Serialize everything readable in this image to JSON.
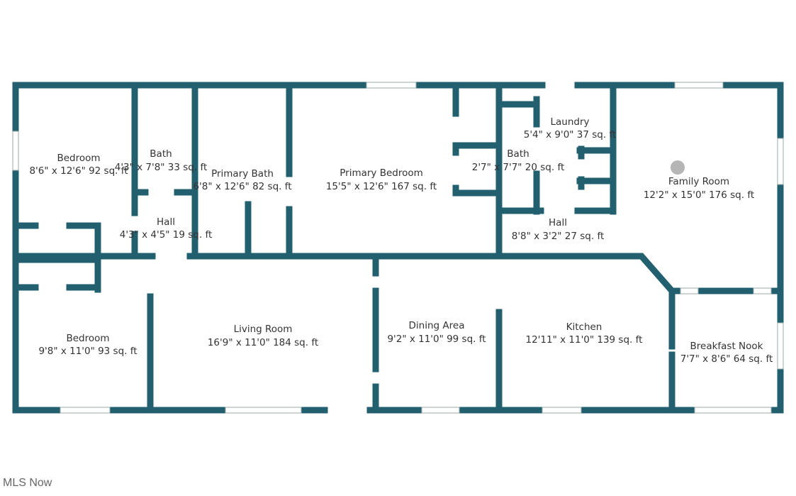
{
  "brand": "MLS Now",
  "rooms": [
    {
      "name": "Bedroom",
      "dims": "8'6\" x 12'6\" 92 sq. ft"
    },
    {
      "name": "Bath",
      "dims": "4'3\" x 7'8\" 33 sq. ft"
    },
    {
      "name": "Primary Bath",
      "dims": "6'8\" x 12'6\" 82 sq. ft"
    },
    {
      "name": "Primary Bedroom",
      "dims": "15'5\" x 12'6\" 167 sq. ft"
    },
    {
      "name": "Bath",
      "dims": "2'7\" x 7'7\" 20 sq. ft"
    },
    {
      "name": "Laundry",
      "dims": "5'4\" x 9'0\" 37 sq. ft"
    },
    {
      "name": "Family Room",
      "dims": "12'2\" x 15'0\" 176 sq. ft"
    },
    {
      "name": "Hall",
      "dims": "4'3\" x 4'5\" 19 sq. ft"
    },
    {
      "name": "Hall",
      "dims": "8'8\" x 3'2\" 27 sq. ft"
    },
    {
      "name": "Bedroom",
      "dims": "9'8\" x 11'0\" 93 sq. ft"
    },
    {
      "name": "Living Room",
      "dims": "16'9\" x 11'0\" 184 sq. ft"
    },
    {
      "name": "Dining Area",
      "dims": "9'2\" x 11'0\" 99 sq. ft"
    },
    {
      "name": "Kitchen",
      "dims": "12'11\" x 11'0\" 139 sq. ft"
    },
    {
      "name": "Breakfast Nook",
      "dims": "7'7\" x 8'6\" 64 sq. ft"
    }
  ],
  "colors": {
    "wall": "#22606f"
  }
}
